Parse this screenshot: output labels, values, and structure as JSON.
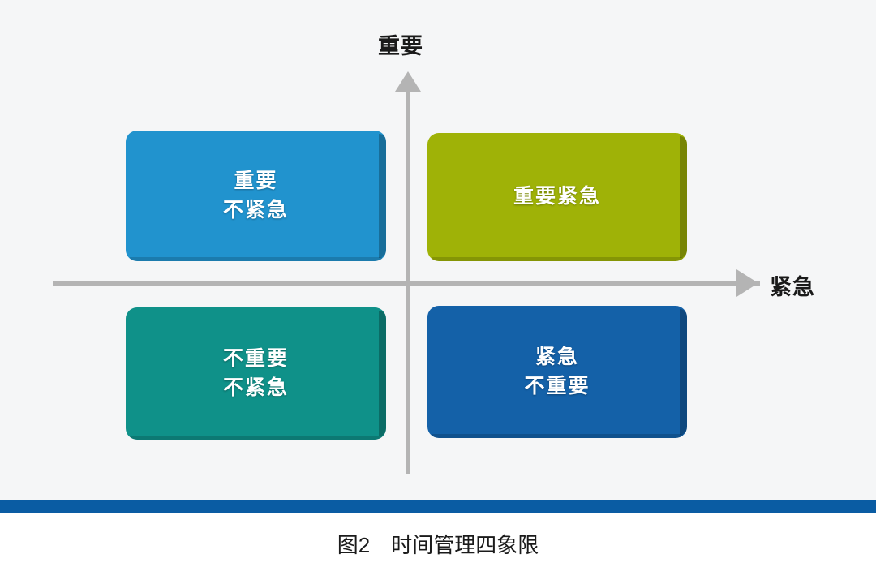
{
  "figure": {
    "caption": "图2　时间管理四象限",
    "background_color": "#f5f6f7",
    "page_color": "#ffffff",
    "axis_color": "#b4b4b4",
    "rule_bar_color": "#0a5ca3"
  },
  "axes": {
    "vertical": {
      "label": "重要",
      "direction": "up",
      "icon": "arrow-up-icon"
    },
    "horizontal": {
      "label": "紧急",
      "direction": "right",
      "icon": "arrow-right-icon"
    }
  },
  "quadrants": [
    {
      "id": "important-not-urgent",
      "position": "top-left",
      "color": "#2193ce",
      "shadow_color": "#19719f",
      "lines": [
        "重要",
        "不紧急"
      ]
    },
    {
      "id": "important-urgent",
      "position": "top-right",
      "color": "#9fb207",
      "shadow_color": "#7d8c05",
      "lines": [
        "重要紧急"
      ]
    },
    {
      "id": "not-important-not-urgent",
      "position": "bottom-left",
      "color": "#0f9189",
      "shadow_color": "#0b6f69",
      "lines": [
        "不重要",
        "不紧急"
      ]
    },
    {
      "id": "urgent-not-important",
      "position": "bottom-right",
      "color": "#1461a8",
      "shadow_color": "#0e4a81",
      "lines": [
        "紧急",
        "不重要"
      ]
    }
  ]
}
